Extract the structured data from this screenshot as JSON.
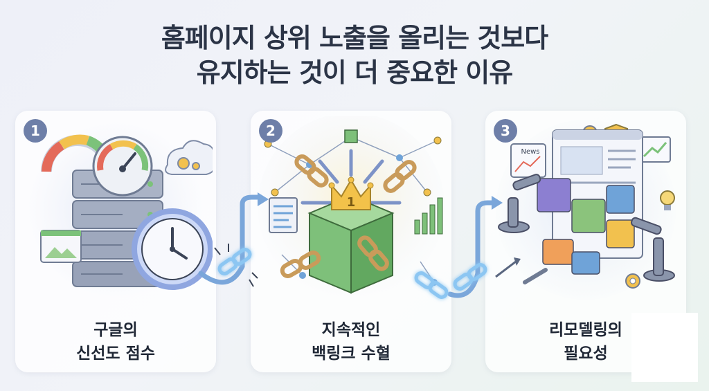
{
  "title": {
    "line1": "홈페이지 상위 노출을 올리는 것보다",
    "line2": "유지하는 것이 더 중요한 이유"
  },
  "steps": [
    {
      "number": "1",
      "caption_line1": "구글의",
      "caption_line2": "신선도 점수"
    },
    {
      "number": "2",
      "caption_line1": "지속적인",
      "caption_line2": "백링크 수혈"
    },
    {
      "number": "3",
      "caption_line1": "리모델링의",
      "caption_line2": "필요성"
    }
  ],
  "step2": {
    "crown_number": "1"
  },
  "step3": {
    "news_label": "News"
  },
  "colors": {
    "badge": "#6e7fa8",
    "title": "#2b3446",
    "server": "#8a95ab",
    "clock_ring": "#8fa6e0",
    "cube": "#7ec07a",
    "crown": "#f3c24a",
    "chain": "#c99b5a",
    "glow": "#9fd6ff",
    "puzzle_purple": "#8c7fd1",
    "puzzle_green": "#8bc37c",
    "puzzle_orange": "#f0a05a",
    "puzzle_blue": "#6fa3d8"
  }
}
